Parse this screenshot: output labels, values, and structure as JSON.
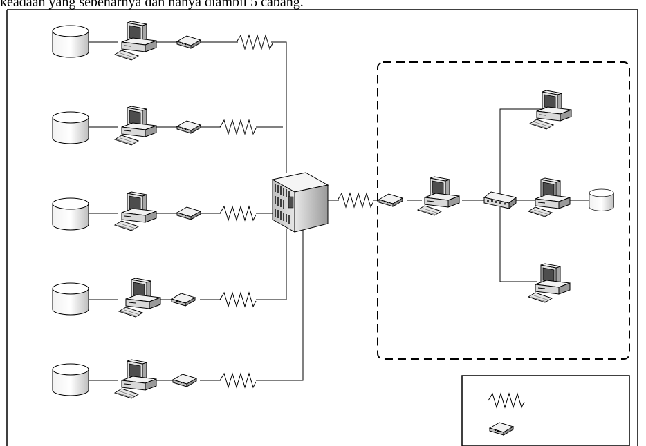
{
  "header_text": "keadaan yang sebenarnya dan hanya diambil 5 cabang.",
  "branches": [
    {
      "id": "branch-1",
      "devices": [
        "disk-icon",
        "computer-icon",
        "modem-icon",
        "leased-line-icon"
      ]
    },
    {
      "id": "branch-2",
      "devices": [
        "disk-icon",
        "computer-icon",
        "modem-icon",
        "leased-line-icon"
      ]
    },
    {
      "id": "branch-3",
      "devices": [
        "disk-icon",
        "computer-icon",
        "modem-icon",
        "leased-line-icon"
      ]
    },
    {
      "id": "branch-4",
      "devices": [
        "disk-icon",
        "computer-icon",
        "modem-icon",
        "leased-line-icon"
      ]
    },
    {
      "id": "branch-5",
      "devices": [
        "disk-icon",
        "computer-icon",
        "modem-icon",
        "leased-line-icon"
      ]
    }
  ],
  "central": {
    "hub": "server-tower-icon"
  },
  "head_office": {
    "devices": [
      "modem-icon",
      "computer-icon",
      "switch-icon",
      "computer-icon",
      "computer-icon",
      "computer-icon",
      "disk-icon"
    ]
  },
  "legend": {
    "items": [
      "leased-line-icon",
      "modem-icon"
    ]
  },
  "colors": {
    "line": "#000000",
    "device_fill": "#d9d9d9",
    "device_dark": "#7f7f7f"
  }
}
